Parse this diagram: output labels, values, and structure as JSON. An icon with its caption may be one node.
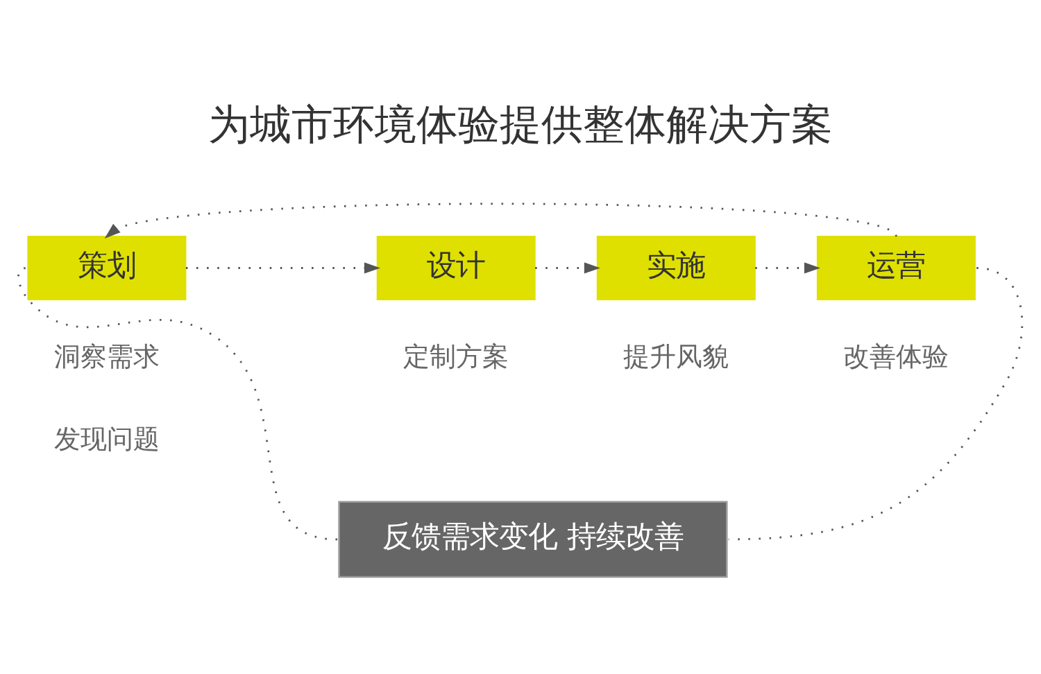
{
  "diagram": {
    "title": "为城市环境体验提供整体解决方案",
    "nodes": [
      {
        "text": [
          "策划"
        ],
        "beside": [
          "洞察需求",
          "发现问题"
        ]
      },
      {
        "text": [
          "设计"
        ],
        "beside": [
          "定制方案"
        ]
      },
      {
        "text": [
          "实施"
        ],
        "beside": [
          "提升风貌"
        ]
      },
      {
        "text": [
          "运营"
        ],
        "beside": [
          "改善体验"
        ]
      },
      {
        "text": [
          "反馈需求变化 持续改善"
        ]
      }
    ],
    "edges": [
      {
        "from": 0,
        "to": 1,
        "arrow": "to",
        "style": "dashed"
      },
      {
        "from": 1,
        "to": 2,
        "arrow": "to",
        "style": "dashed"
      },
      {
        "from": 2,
        "to": 3,
        "arrow": "to",
        "style": "dashed"
      },
      {
        "from": 3,
        "to": 4,
        "arrow": "none",
        "style": "dashed"
      },
      {
        "from": 4,
        "to": 0,
        "arrow": "none",
        "style": "dashed"
      },
      {
        "from": 3,
        "to": 0,
        "arrow": "to",
        "style": "dashed"
      }
    ]
  }
}
